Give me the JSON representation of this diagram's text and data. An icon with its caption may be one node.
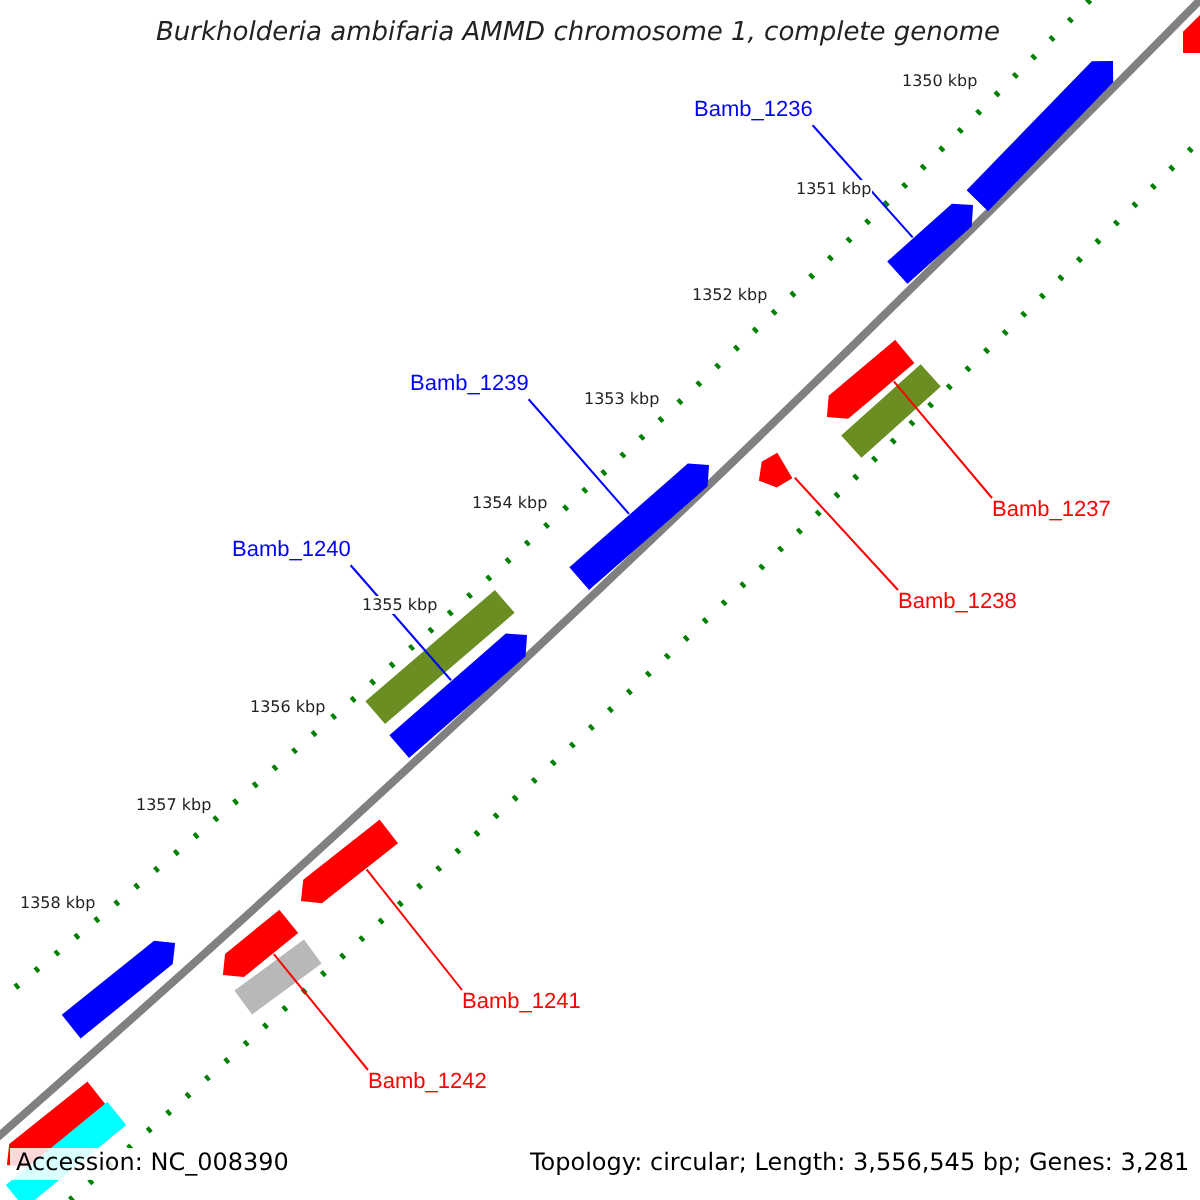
{
  "diagram": {
    "title": "Burkholderia ambifaria AMMD chromosome 1, complete genome",
    "nodes": [
      {
        "text": [
          "Bamb_1236"
        ]
      },
      {
        "text": [],
        "shape": "arrow"
      },
      {
        "text": [
          "Bamb_1239"
        ]
      },
      {
        "text": [],
        "shape": "arrow"
      },
      {
        "text": [
          "Bamb_1240"
        ]
      },
      {
        "text": [],
        "shape": "arrow"
      },
      {
        "text": [
          "Bamb_1237"
        ]
      },
      {
        "text": [],
        "shape": "arrow"
      },
      {
        "text": [
          "Bamb_1238"
        ]
      },
      {
        "text": [],
        "shape": "arrow"
      },
      {
        "text": [
          "Bamb_1241"
        ]
      },
      {
        "text": [],
        "shape": "arrow"
      },
      {
        "text": [
          "Bamb_1242"
        ]
      },
      {
        "text": [],
        "shape": "arrow"
      },
      {
        "text": [],
        "shape": "arrow"
      },
      {
        "text": [],
        "shape": "arrow"
      },
      {
        "text": [],
        "shape": "bar"
      },
      {
        "text": [],
        "shape": "bar"
      },
      {
        "text": [],
        "shape": "bar"
      },
      {
        "text": [],
        "shape": "arrow"
      },
      {
        "text": [],
        "shape": "bar"
      },
      {
        "text": [],
        "shape": "arrow"
      }
    ],
    "edges": [
      {
        "from": 0,
        "to": 1,
        "arrow": "none",
        "color": "#0000ff"
      },
      {
        "from": 2,
        "to": 3,
        "arrow": "none",
        "color": "#0000ff"
      },
      {
        "from": 4,
        "to": 5,
        "arrow": "none",
        "color": "#0000ff"
      },
      {
        "from": 6,
        "to": 7,
        "arrow": "none",
        "color": "#ff0000"
      },
      {
        "from": 8,
        "to": 9,
        "arrow": "none",
        "color": "#ff0000"
      },
      {
        "from": 10,
        "to": 11,
        "arrow": "none",
        "color": "#ff0000"
      },
      {
        "from": 12,
        "to": 13,
        "arrow": "none",
        "color": "#ff0000"
      }
    ],
    "labels": [
      "1350 kbp",
      "1351 kbp",
      "1352 kbp",
      "1353 kbp",
      "1354 kbp",
      "1355 kbp",
      "1356 kbp",
      "1357 kbp",
      "1358 kbp",
      "Accession: NC_008390",
      "Topology: circular; Length: 3,556,545 bp; Genes: 3,281"
    ]
  }
}
